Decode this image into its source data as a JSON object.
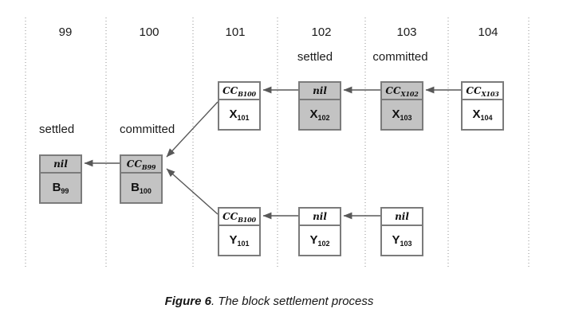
{
  "figure": {
    "caption_title": "Figure 6",
    "caption_text": ". The block settlement process"
  },
  "columns": [
    {
      "number": "99",
      "status": ""
    },
    {
      "number": "100",
      "status": ""
    },
    {
      "number": "101",
      "status": ""
    },
    {
      "number": "102",
      "status": "settled"
    },
    {
      "number": "103",
      "status": "committed"
    },
    {
      "number": "104",
      "status": ""
    }
  ],
  "row_labels": {
    "b99_status": "settled",
    "b100_status": "committed"
  },
  "boxes": {
    "b99": {
      "top_main": "nil",
      "top_sub": "",
      "bottom_main": "B",
      "bottom_sub": "99",
      "shaded": true
    },
    "b100": {
      "top_main": "CC",
      "top_sub": "B99",
      "bottom_main": "B",
      "bottom_sub": "100",
      "shaded": true
    },
    "x101": {
      "top_main": "CC",
      "top_sub": "B100",
      "bottom_main": "X",
      "bottom_sub": "101",
      "shaded": false
    },
    "x102": {
      "top_main": "nil",
      "top_sub": "",
      "bottom_main": "X",
      "bottom_sub": "102",
      "shaded": true
    },
    "x103": {
      "top_main": "CC",
      "top_sub": "X102",
      "bottom_main": "X",
      "bottom_sub": "103",
      "shaded": true
    },
    "x104": {
      "top_main": "CC",
      "top_sub": "X103",
      "bottom_main": "X",
      "bottom_sub": "104",
      "shaded": false
    },
    "y101": {
      "top_main": "CC",
      "top_sub": "B100",
      "bottom_main": "Y",
      "bottom_sub": "101",
      "shaded": false
    },
    "y102": {
      "top_main": "nil",
      "top_sub": "",
      "bottom_main": "Y",
      "bottom_sub": "102",
      "shaded": false
    },
    "y103": {
      "top_main": "nil",
      "top_sub": "",
      "bottom_main": "Y",
      "bottom_sub": "103",
      "shaded": false
    }
  },
  "colors": {
    "box_fill_shaded": "#c3c3c3",
    "box_fill_plain": "#ffffff",
    "box_border": "#7b7b7b",
    "arrow": "#585858",
    "separator_dots": "#8f8f8f",
    "text": "#1b1b1b"
  }
}
